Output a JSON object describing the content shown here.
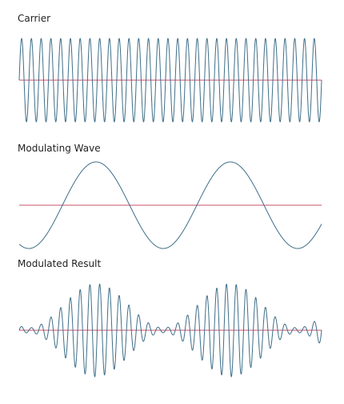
{
  "labels": {
    "carrier": "Carrier",
    "modulating": "Modulating Wave",
    "result": "Modulated Result"
  },
  "waves": {
    "carrier_cycles": 31,
    "modulating_cycles": 2.25,
    "modulating_start": "trough",
    "result_modulation_index": 0.9
  },
  "colors": {
    "wave": "#3f6f89",
    "axis": "#c9526a",
    "text": "#222222"
  }
}
